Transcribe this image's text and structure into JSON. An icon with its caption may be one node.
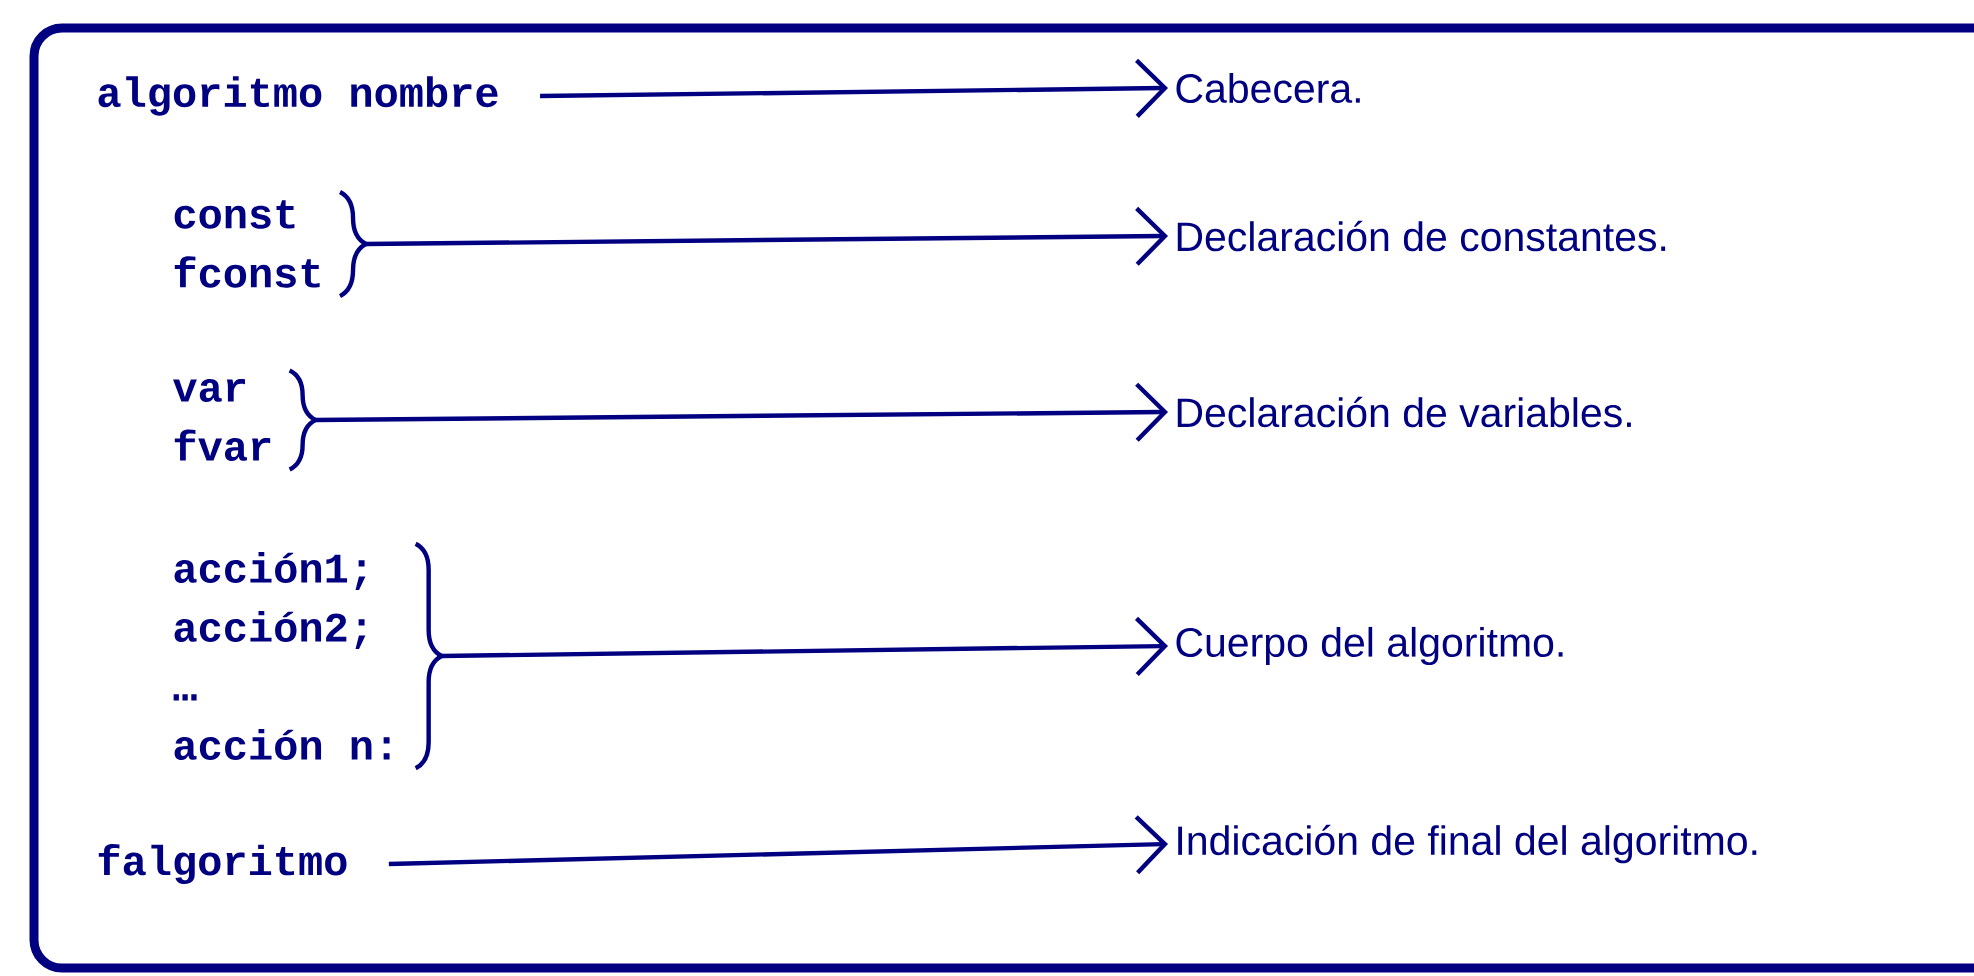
{
  "diagram": {
    "nodes": [
      {
        "text": [
          "algoritmo nombre"
        ]
      },
      {
        "text": [
          "Cabecera."
        ]
      },
      {
        "text": [
          "const",
          "fconst"
        ]
      },
      {
        "text": [
          "Declaración de constantes."
        ]
      },
      {
        "text": [
          "var",
          "fvar"
        ]
      },
      {
        "text": [
          "Declaración de variables."
        ]
      },
      {
        "text": [
          "acción1;",
          "acción2;",
          "…",
          "acción n:"
        ]
      },
      {
        "text": [
          "Cuerpo del algoritmo."
        ]
      },
      {
        "text": [
          "falgoritmo"
        ]
      },
      {
        "text": [
          "Indicación de final del algoritmo."
        ]
      }
    ],
    "edges": [
      {
        "from": 0,
        "to": 1,
        "arrow": "to"
      },
      {
        "from": 2,
        "to": 3,
        "arrow": "to"
      },
      {
        "from": 4,
        "to": 5,
        "arrow": "to"
      },
      {
        "from": 6,
        "to": 7,
        "arrow": "to"
      },
      {
        "from": 8,
        "to": 9,
        "arrow": "to"
      }
    ]
  }
}
